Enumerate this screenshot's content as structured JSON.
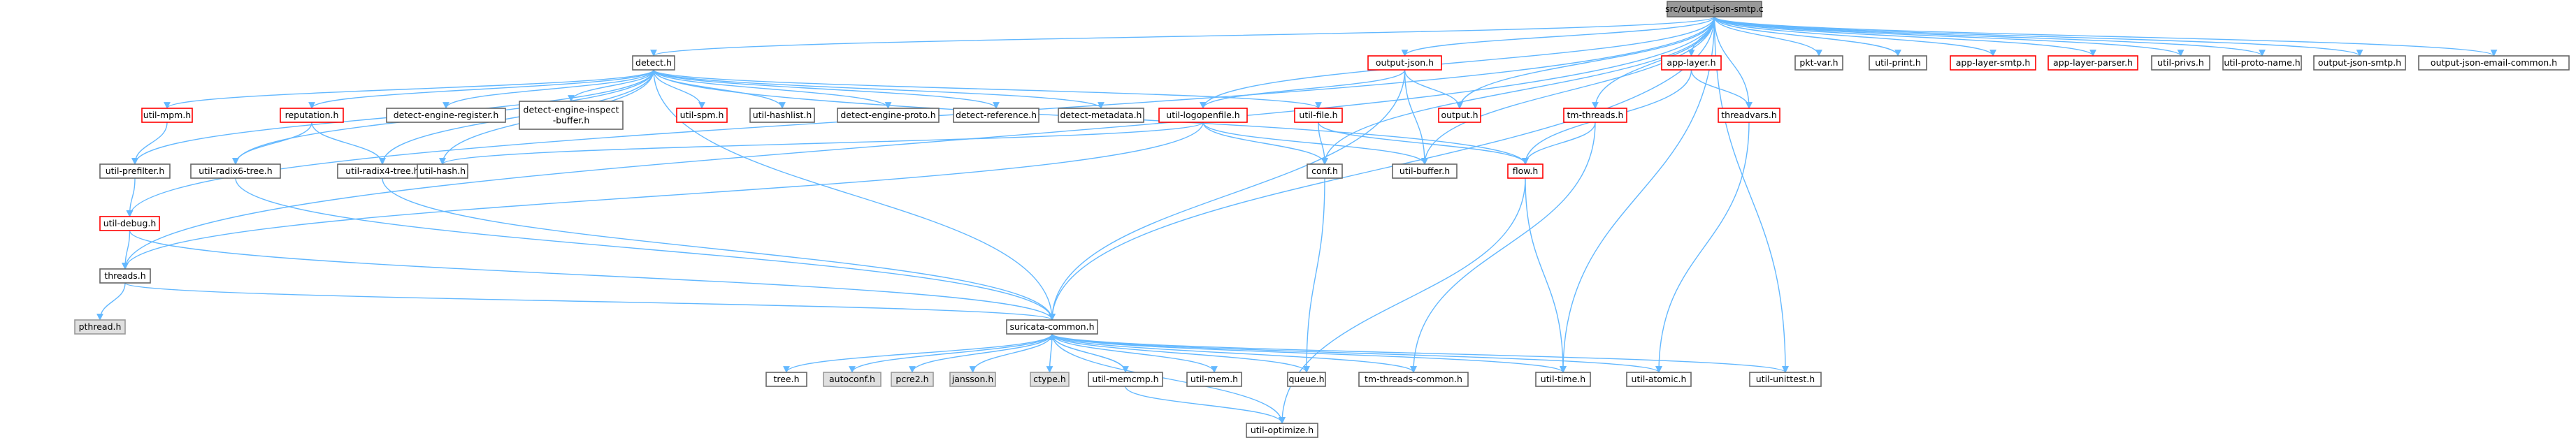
{
  "diagram": {
    "colors": {
      "edge": "#63b8ff",
      "root_fill": "#999999",
      "node_fill": "#ffffff",
      "node_stroke": "#666666",
      "linked_stroke": "#ff0000",
      "external_fill": "#e0e0e0",
      "external_stroke": "#999999",
      "text": "#000000"
    },
    "nodes": [
      {
        "id": "root",
        "kind": "root",
        "label": [
          "src/output-json-smtp.c"
        ]
      },
      {
        "id": "detect_h",
        "kind": "normal",
        "label": [
          "detect.h"
        ]
      },
      {
        "id": "output_json_h",
        "kind": "linked",
        "label": [
          "output-json.h"
        ]
      },
      {
        "id": "app_layer_h",
        "kind": "linked",
        "label": [
          "app-layer.h"
        ]
      },
      {
        "id": "pkt_var_h",
        "kind": "normal",
        "label": [
          "pkt-var.h"
        ]
      },
      {
        "id": "util_print_h",
        "kind": "normal",
        "label": [
          "util-print.h"
        ]
      },
      {
        "id": "app_layer_smtp_h",
        "kind": "linked",
        "label": [
          "app-layer-smtp.h"
        ]
      },
      {
        "id": "app_layer_parser_h",
        "kind": "linked",
        "label": [
          "app-layer-parser.h"
        ]
      },
      {
        "id": "util_privs_h",
        "kind": "normal",
        "label": [
          "util-privs.h"
        ]
      },
      {
        "id": "util_proto_name_h",
        "kind": "normal",
        "label": [
          "util-proto-name.h"
        ]
      },
      {
        "id": "output_json_smtp_h",
        "kind": "normal",
        "label": [
          "output-json-smtp.h"
        ]
      },
      {
        "id": "output_json_email_common_h",
        "kind": "normal",
        "label": [
          "output-json-email-common.h"
        ]
      },
      {
        "id": "util_mpm_h",
        "kind": "linked",
        "label": [
          "util-mpm.h"
        ]
      },
      {
        "id": "reputation_h",
        "kind": "linked",
        "label": [
          "reputation.h"
        ]
      },
      {
        "id": "detect_engine_register_h",
        "kind": "normal",
        "label": [
          "detect-engine-register.h"
        ]
      },
      {
        "id": "detect_engine_inspect_buffer_h",
        "kind": "normal",
        "label": [
          "detect-engine-inspect",
          "-buffer.h"
        ]
      },
      {
        "id": "util_spm_h",
        "kind": "linked",
        "label": [
          "util-spm.h"
        ]
      },
      {
        "id": "util_hashlist_h",
        "kind": "normal",
        "label": [
          "util-hashlist.h"
        ]
      },
      {
        "id": "detect_engine_proto_h",
        "kind": "normal",
        "label": [
          "detect-engine-proto.h"
        ]
      },
      {
        "id": "detect_reference_h",
        "kind": "normal",
        "label": [
          "detect-reference.h"
        ]
      },
      {
        "id": "detect_metadata_h",
        "kind": "normal",
        "label": [
          "detect-metadata.h"
        ]
      },
      {
        "id": "util_logopenfile_h",
        "kind": "linked",
        "label": [
          "util-logopenfile.h"
        ]
      },
      {
        "id": "util_file_h",
        "kind": "linked",
        "label": [
          "util-file.h"
        ]
      },
      {
        "id": "output_h",
        "kind": "linked",
        "label": [
          "output.h"
        ]
      },
      {
        "id": "tm_threads_h",
        "kind": "linked",
        "label": [
          "tm-threads.h"
        ]
      },
      {
        "id": "threadvars_h",
        "kind": "linked",
        "label": [
          "threadvars.h"
        ]
      },
      {
        "id": "util_prefilter_h",
        "kind": "normal",
        "label": [
          "util-prefilter.h"
        ]
      },
      {
        "id": "util_radix6_tree_h",
        "kind": "normal",
        "label": [
          "util-radix6-tree.h"
        ]
      },
      {
        "id": "util_radix4_tree_h",
        "kind": "normal",
        "label": [
          "util-radix4-tree.h"
        ]
      },
      {
        "id": "util_hash_h",
        "kind": "normal",
        "label": [
          "util-hash.h"
        ]
      },
      {
        "id": "conf_h",
        "kind": "normal",
        "label": [
          "conf.h"
        ]
      },
      {
        "id": "util_buffer_h",
        "kind": "normal",
        "label": [
          "util-buffer.h"
        ]
      },
      {
        "id": "flow_h",
        "kind": "linked",
        "label": [
          "flow.h"
        ]
      },
      {
        "id": "util_debug_h",
        "kind": "linked",
        "label": [
          "util-debug.h"
        ]
      },
      {
        "id": "threads_h",
        "kind": "normal",
        "label": [
          "threads.h"
        ]
      },
      {
        "id": "pthread_h",
        "kind": "external",
        "label": [
          "pthread.h"
        ]
      },
      {
        "id": "suricata_common_h",
        "kind": "normal",
        "label": [
          "suricata-common.h"
        ]
      },
      {
        "id": "tree_h",
        "kind": "normal",
        "label": [
          "tree.h"
        ]
      },
      {
        "id": "autoconf_h",
        "kind": "external",
        "label": [
          "autoconf.h"
        ]
      },
      {
        "id": "pcre2_h",
        "kind": "external",
        "label": [
          "pcre2.h"
        ]
      },
      {
        "id": "jansson_h",
        "kind": "external",
        "label": [
          "jansson.h"
        ]
      },
      {
        "id": "ctype_h",
        "kind": "external",
        "label": [
          "ctype.h"
        ]
      },
      {
        "id": "util_memcmp_h",
        "kind": "normal",
        "label": [
          "util-memcmp.h"
        ]
      },
      {
        "id": "util_mem_h",
        "kind": "normal",
        "label": [
          "util-mem.h"
        ]
      },
      {
        "id": "queue_h",
        "kind": "normal",
        "label": [
          "queue.h"
        ]
      },
      {
        "id": "tm_threads_common_h",
        "kind": "normal",
        "label": [
          "tm-threads-common.h"
        ]
      },
      {
        "id": "util_time_h",
        "kind": "normal",
        "label": [
          "util-time.h"
        ]
      },
      {
        "id": "util_atomic_h",
        "kind": "normal",
        "label": [
          "util-atomic.h"
        ]
      },
      {
        "id": "util_unittest_h",
        "kind": "normal",
        "label": [
          "util-unittest.h"
        ]
      },
      {
        "id": "util_optimize_h",
        "kind": "normal",
        "label": [
          "util-optimize.h"
        ]
      }
    ],
    "edges": [
      [
        "root",
        "detect_h"
      ],
      [
        "root",
        "output_json_h"
      ],
      [
        "root",
        "app_layer_h"
      ],
      [
        "root",
        "pkt_var_h"
      ],
      [
        "root",
        "util_print_h"
      ],
      [
        "root",
        "app_layer_smtp_h"
      ],
      [
        "root",
        "app_layer_parser_h"
      ],
      [
        "root",
        "util_privs_h"
      ],
      [
        "root",
        "util_proto_name_h"
      ],
      [
        "root",
        "output_json_smtp_h"
      ],
      [
        "root",
        "output_json_email_common_h"
      ],
      [
        "root",
        "output_h"
      ],
      [
        "root",
        "util_logopenfile_h"
      ],
      [
        "root",
        "tm_threads_h"
      ],
      [
        "root",
        "threadvars_h"
      ],
      [
        "root",
        "conf_h"
      ],
      [
        "root",
        "util_buffer_h"
      ],
      [
        "root",
        "util_time_h"
      ],
      [
        "root",
        "util_unittest_h"
      ],
      [
        "root",
        "util_debug_h"
      ],
      [
        "root",
        "threads_h"
      ],
      [
        "root",
        "suricata_common_h"
      ],
      [
        "detect_h",
        "util_mpm_h"
      ],
      [
        "detect_h",
        "reputation_h"
      ],
      [
        "detect_h",
        "detect_engine_register_h"
      ],
      [
        "detect_h",
        "detect_engine_inspect_buffer_h"
      ],
      [
        "detect_h",
        "util_spm_h"
      ],
      [
        "detect_h",
        "util_hashlist_h"
      ],
      [
        "detect_h",
        "detect_engine_proto_h"
      ],
      [
        "detect_h",
        "detect_engine_reference_h_placeholder"
      ],
      [
        "detect_h",
        "detect_reference_h"
      ],
      [
        "detect_h",
        "detect_metadata_h"
      ],
      [
        "detect_h",
        "util_prefilter_h"
      ],
      [
        "detect_h",
        "util_radix6_tree_h"
      ],
      [
        "detect_h",
        "util_radix4_tree_h"
      ],
      [
        "detect_h",
        "util_hash_h"
      ],
      [
        "detect_h",
        "flow_h"
      ],
      [
        "detect_h",
        "suricata_common_h"
      ],
      [
        "detect_h",
        "util_file_h"
      ],
      [
        "output_json_h",
        "output_h"
      ],
      [
        "output_json_h",
        "util_buffer_h"
      ],
      [
        "output_json_h",
        "util_logopenfile_h"
      ],
      [
        "output_json_h",
        "suricata_common_h"
      ],
      [
        "app_layer_h",
        "threadvars_h"
      ],
      [
        "app_layer_h",
        "flow_h"
      ],
      [
        "util_logopenfile_h",
        "conf_h"
      ],
      [
        "util_logopenfile_h",
        "util_buffer_h"
      ],
      [
        "util_logopenfile_h",
        "threads_h"
      ],
      [
        "util_logopenfile_h",
        "util_hash_h"
      ],
      [
        "util_file_h",
        "conf_h"
      ],
      [
        "util_file_h",
        "flow_h"
      ],
      [
        "tm_threads_h",
        "flow_h"
      ],
      [
        "tm_threads_h",
        "tm_threads_common_h"
      ],
      [
        "threadvars_h",
        "util_atomic_h"
      ],
      [
        "util_mpm_h",
        "util_prefilter_h"
      ],
      [
        "reputation_h",
        "util_radix6_tree_h"
      ],
      [
        "reputation_h",
        "util_radix4_tree_h"
      ],
      [
        "util_prefilter_h",
        "util_debug_h"
      ],
      [
        "util_radix6_tree_h",
        "suricata_common_h"
      ],
      [
        "util_radix4_tree_h",
        "suricata_common_h"
      ],
      [
        "conf_h",
        "queue_h"
      ],
      [
        "flow_h",
        "util_time_h"
      ],
      [
        "flow_h",
        "util_optimize_h"
      ],
      [
        "util_debug_h",
        "threads_h"
      ],
      [
        "util_debug_h",
        "suricata_common_h"
      ],
      [
        "threads_h",
        "pthread_h"
      ],
      [
        "threads_h",
        "suricata_common_h"
      ],
      [
        "suricata_common_h",
        "tree_h"
      ],
      [
        "suricata_common_h",
        "autoconf_h"
      ],
      [
        "suricata_common_h",
        "pcre2_h"
      ],
      [
        "suricata_common_h",
        "jansson_h"
      ],
      [
        "suricata_common_h",
        "ctype_h"
      ],
      [
        "suricata_common_h",
        "util_memcmp_h"
      ],
      [
        "suricata_common_h",
        "util_mem_h"
      ],
      [
        "suricata_common_h",
        "queue_h"
      ],
      [
        "suricata_common_h",
        "tm_threads_common_h"
      ],
      [
        "suricata_common_h",
        "util_time_h"
      ],
      [
        "suricata_common_h",
        "util_atomic_h"
      ],
      [
        "suricata_common_h",
        "util_unittest_h"
      ],
      [
        "suricata_common_h",
        "util_optimize_h"
      ],
      [
        "util_memcmp_h",
        "suricata_common_h"
      ],
      [
        "util_memcmp_h",
        "util_optimize_h"
      ]
    ]
  }
}
